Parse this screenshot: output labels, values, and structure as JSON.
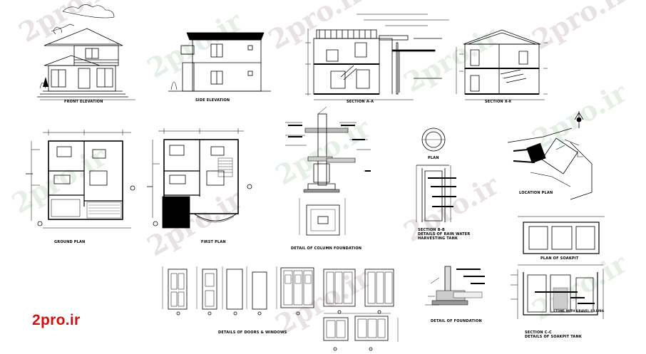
{
  "logo": {
    "text": "2pro.ir",
    "color": "#d21010"
  },
  "watermark": {
    "text": "2pro.ir"
  },
  "labels": {
    "front_elevation": "FRONT ELEVATION",
    "side_elevation": "SIDE ELEVATION",
    "section_aa": "SECTION A-A",
    "section_xx": "SECTION X-X",
    "ground_plan": "GROUND PLAN",
    "first_plan": "FIRST PLAN",
    "column_detail": "DETAIL OF COLUMN FOUNDATION",
    "plan": "PLAN",
    "section_bb": "SECTION B-B",
    "rain_tank_1": "DETAILS OF RAIN WATER",
    "rain_tank_2": "HARVESTING TANK",
    "location_plan": "LOCATION PLAN",
    "soakpit_plan": "PLAN OF SOAKPIT",
    "doors_windows": "DETAILS OF DOORS & WINDOWS",
    "foundation_detail": "DETAIL OF FOUNDATION",
    "section_cc": "SECTION C-C",
    "soakpit_tank": "DETAILS OF SOAKPIT TANK",
    "soakpit_note": "STONE WITH GRAVEL FILLING"
  }
}
